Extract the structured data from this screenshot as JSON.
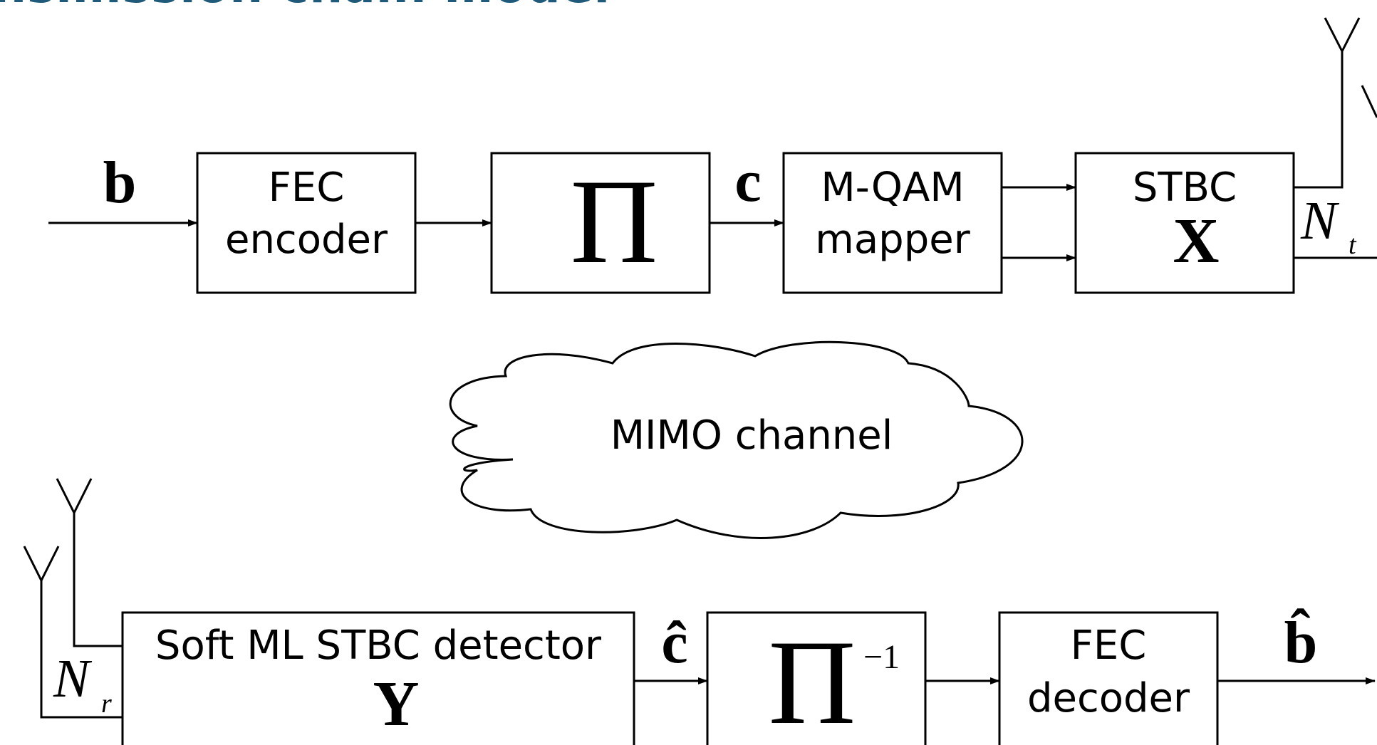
{
  "slide": {
    "title": "nsmission chain model",
    "title_color": "#1f5a7a"
  },
  "tx": {
    "input_symbol": "b",
    "fec_encoder": [
      "FEC",
      "encoder"
    ],
    "interleaver_symbol": "Π",
    "coded_symbol": "c",
    "mapper": [
      "M-QAM",
      "mapper"
    ],
    "stbc": "STBC",
    "stbc_symbol": "X",
    "nt_base": "N",
    "nt_sub": "t"
  },
  "channel": {
    "label": "MIMO channel"
  },
  "rx": {
    "detector": "Soft ML STBC detector",
    "detector_symbol": "Y",
    "nr_base": "N",
    "nr_sub": "r",
    "soft_symbol": "ĉ",
    "deinterleaver_symbol": "Π",
    "deinterleaver_exp": "−1",
    "fec_decoder": [
      "FEC",
      "decoder"
    ],
    "output_symbol": "b̂"
  }
}
